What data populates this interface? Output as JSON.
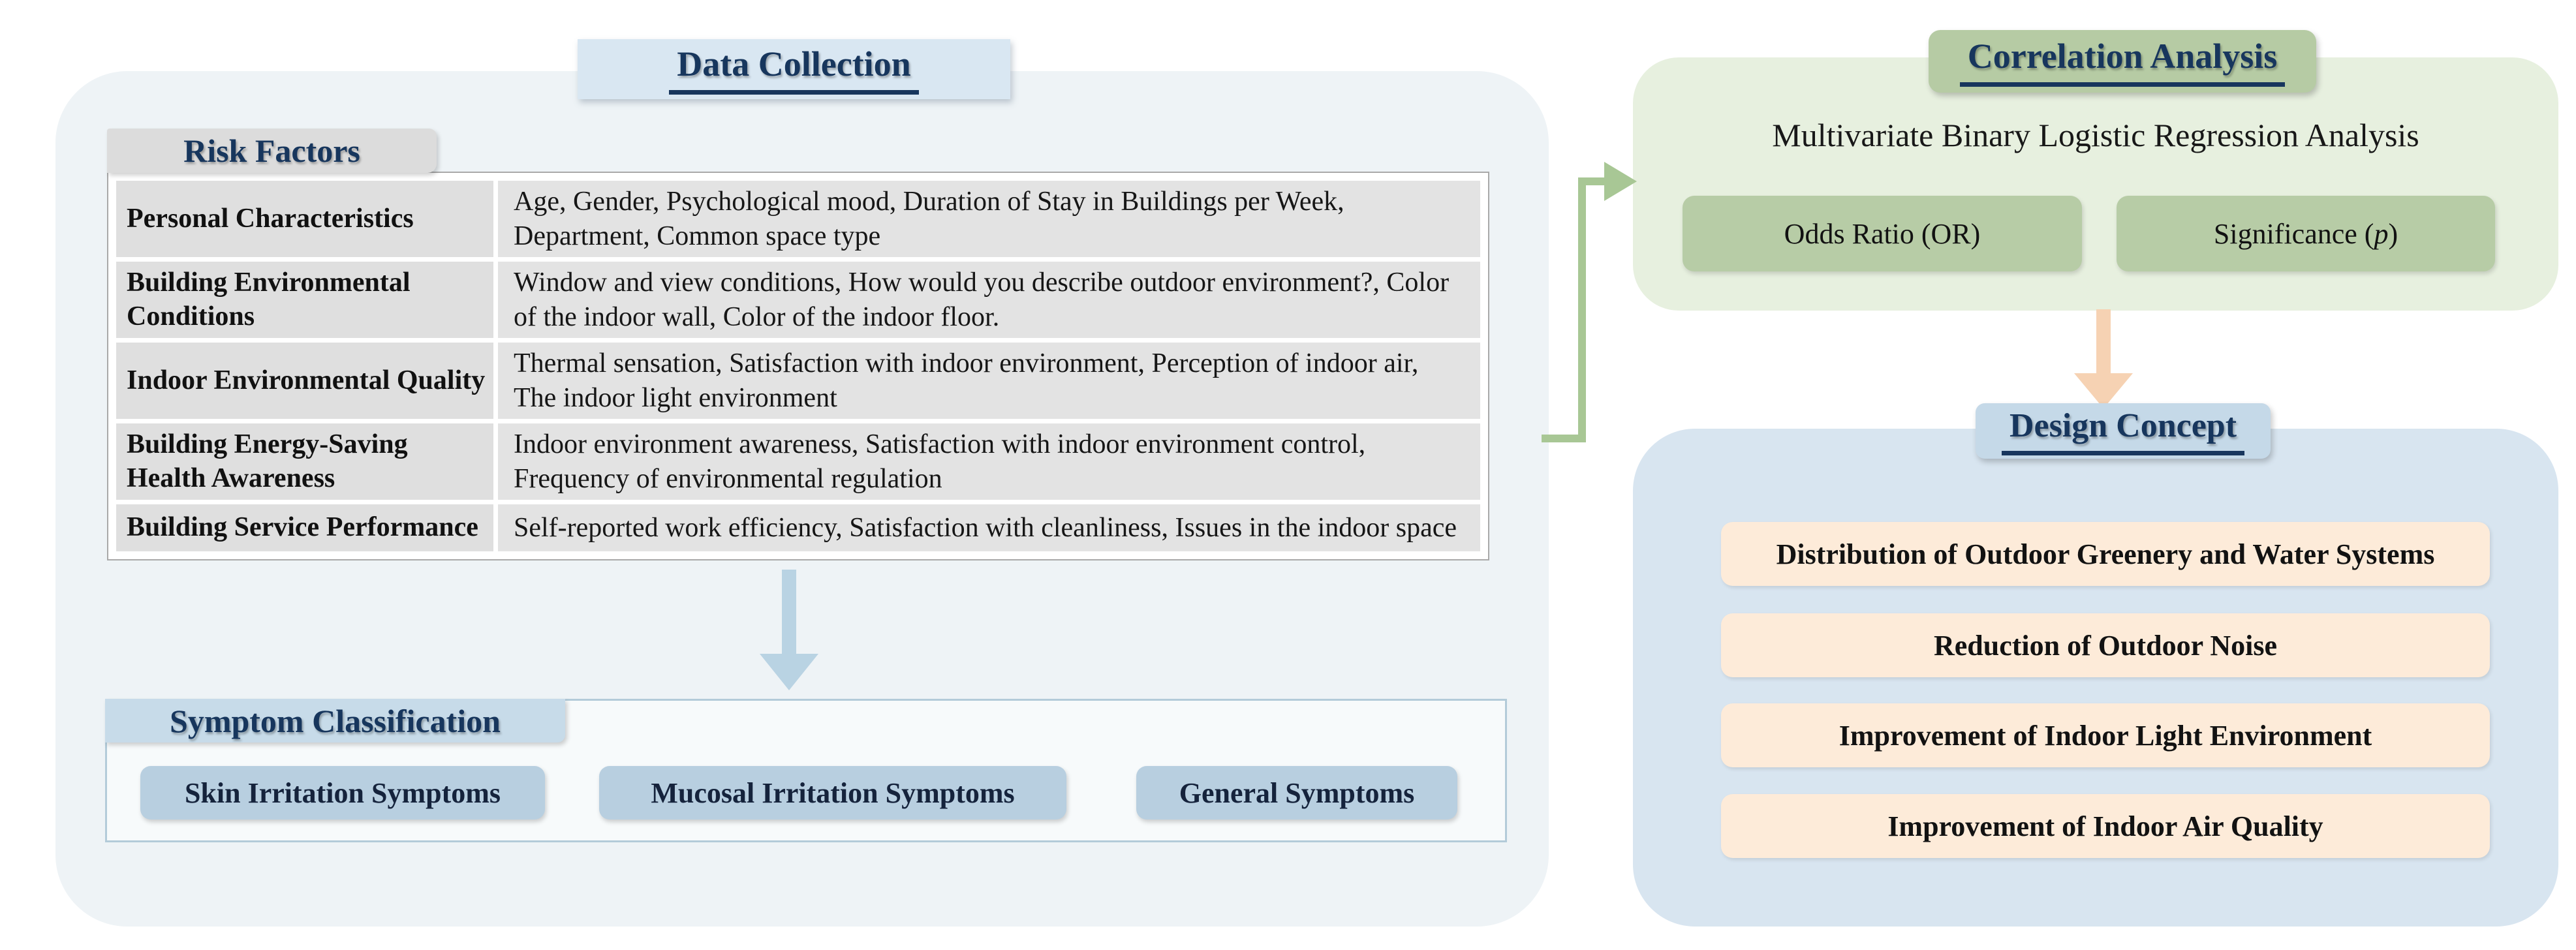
{
  "data_collection": {
    "title": "Data Collection"
  },
  "risk_factors": {
    "title": "Risk Factors",
    "rows": [
      {
        "category": "Personal Characteristics",
        "items": "Age, Gender, Psychological mood, Duration of Stay in Buildings per Week, Department, Common space type"
      },
      {
        "category": "Building Environmental Conditions",
        "items": "Window and view conditions, How would you describe outdoor environment?, Color of the indoor wall, Color of the indoor floor."
      },
      {
        "category": "Indoor Environmental Quality",
        "items": "Thermal sensation, Satisfaction with indoor environment, Perception of indoor air, The indoor light environment"
      },
      {
        "category": "Building Energy-Saving Health Awareness",
        "items": "Indoor environment awareness, Satisfaction with indoor environment control, Frequency of environmental regulation"
      },
      {
        "category": "Building Service Performance",
        "items": "Self-reported work efficiency, Satisfaction with cleanliness, Issues in the indoor space"
      }
    ]
  },
  "symptom_classification": {
    "title": "Symptom Classification",
    "categories": [
      "Skin Irritation Symptoms",
      "Mucosal Irritation Symptoms",
      "General Symptoms"
    ]
  },
  "correlation_analysis": {
    "title": "Correlation Analysis",
    "method": "Multivariate Binary Logistic Regression Analysis",
    "odds_ratio_label": "Odds Ratio (OR)",
    "significance_prefix": "Significance (",
    "significance_var": "p",
    "significance_suffix": ")"
  },
  "design_concept": {
    "title": "Design Concept",
    "strategies": [
      "Distribution of Outdoor Greenery and Water Systems",
      "Reduction of Outdoor Noise",
      "Improvement of Indoor Light Environment",
      "Improvement of Indoor Air Quality"
    ]
  },
  "colors": {
    "header_navy": "#17365d",
    "left_panel_bg": "#eef3f6",
    "table_gray": "#e0e0e0",
    "green_panel_bg": "#e7f0df",
    "green_accent": "#b7cca5",
    "blue_panel_bg": "#d8e5f0",
    "blue_accent": "#c5d9e8",
    "symptom_button_bg": "#b8cfe0",
    "peach_box_bg": "#fdebd9",
    "arrow_green": "#a8c795",
    "arrow_blue": "#b9d3e3",
    "arrow_peach": "#f6d2b3"
  }
}
